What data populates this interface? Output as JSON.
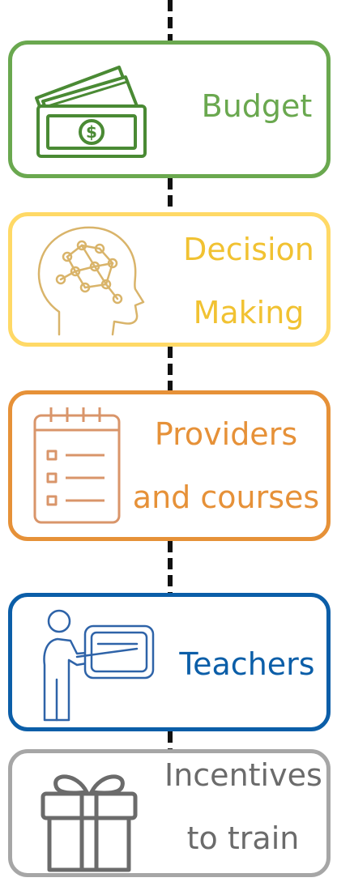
{
  "steps": [
    {
      "id": "budget",
      "lines": [
        "Budget"
      ],
      "color": "#6aa84f",
      "icon": "money-icon"
    },
    {
      "id": "decision-making",
      "lines": [
        "Decision",
        "Making"
      ],
      "color": "#f1c232",
      "icon": "brain-head-icon"
    },
    {
      "id": "providers",
      "lines": [
        "Providers",
        "and courses"
      ],
      "color": "#e69138",
      "icon": "checklist-icon"
    },
    {
      "id": "teachers",
      "lines": [
        "Teachers"
      ],
      "color": "#0b5ea8",
      "icon": "presenter-icon"
    },
    {
      "id": "incentives",
      "lines": [
        "Incentives",
        "to train"
      ],
      "color": "#808080",
      "icon": "gift-icon"
    }
  ]
}
